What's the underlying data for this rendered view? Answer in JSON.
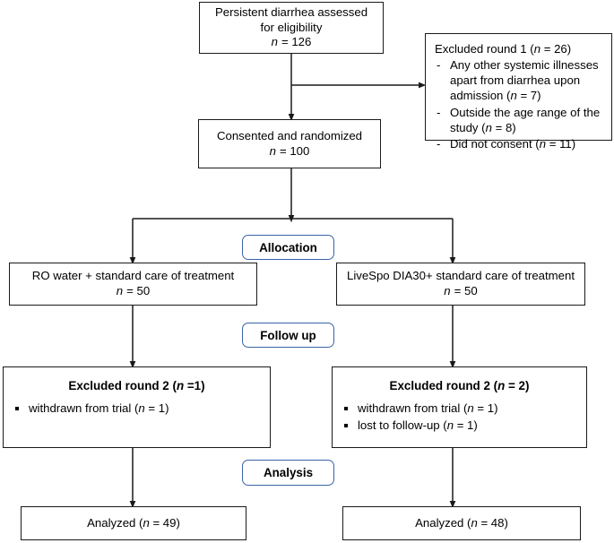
{
  "diagram": {
    "type": "consort-flow-diagram",
    "title": "CONSORT participant flow",
    "accent_color": "#3a63a8",
    "box_border_color": "#1a1a1a",
    "background_color": "#ffffff"
  },
  "enrollment": {
    "assessed": {
      "line1": "Persistent diarrhea assessed",
      "line2": "for eligibility",
      "n_label": "n",
      "n_value": "= 126"
    },
    "excluded_round1": {
      "heading_text": "Excluded round 1 (",
      "heading_n": "n",
      "heading_value": " = 26)",
      "dash": "-",
      "items": [
        {
          "text": "Any other systemic illnesses apart from diarrhea upon admission (",
          "n": "n",
          "value": " = 7)"
        },
        {
          "text": "Outside the age range of the study (",
          "n": "n",
          "value": " = 8)"
        },
        {
          "text": "Did not consent (",
          "n": "n",
          "value": " = 11)"
        }
      ]
    },
    "randomized": {
      "line1": "Consented and randomized",
      "n_label": "n",
      "n_value": "= 100"
    }
  },
  "stages": {
    "allocation": "Allocation",
    "follow_up": "Follow up",
    "analysis": "Analysis"
  },
  "arms": {
    "control": {
      "allocation": {
        "line1": "RO water + standard care of treatment",
        "n_label": "n",
        "n_value": "= 50"
      },
      "excluded_round2": {
        "heading_text": "Excluded round 2 (",
        "heading_n": "n",
        "heading_value": " =1)",
        "items": [
          {
            "text": "withdrawn from trial (",
            "n": "n",
            "value": " = 1)"
          }
        ]
      },
      "analyzed": {
        "text": "Analyzed (",
        "n": "n",
        "value": " = 49)"
      }
    },
    "treatment": {
      "allocation": {
        "line1": "LiveSpo DIA30+ standard care of treatment",
        "n_label": "n",
        "n_value": "= 50"
      },
      "excluded_round2": {
        "heading_text": "Excluded round 2 (",
        "heading_n": "n",
        "heading_value": " = 2)",
        "items": [
          {
            "text": "withdrawn from trial (",
            "n": "n",
            "value": " = 1)"
          },
          {
            "text": "lost to follow-up (",
            "n": "n",
            "value": " = 1)"
          }
        ]
      },
      "analyzed": {
        "text": "Analyzed (",
        "n": "n",
        "value": " = 48)"
      }
    }
  }
}
